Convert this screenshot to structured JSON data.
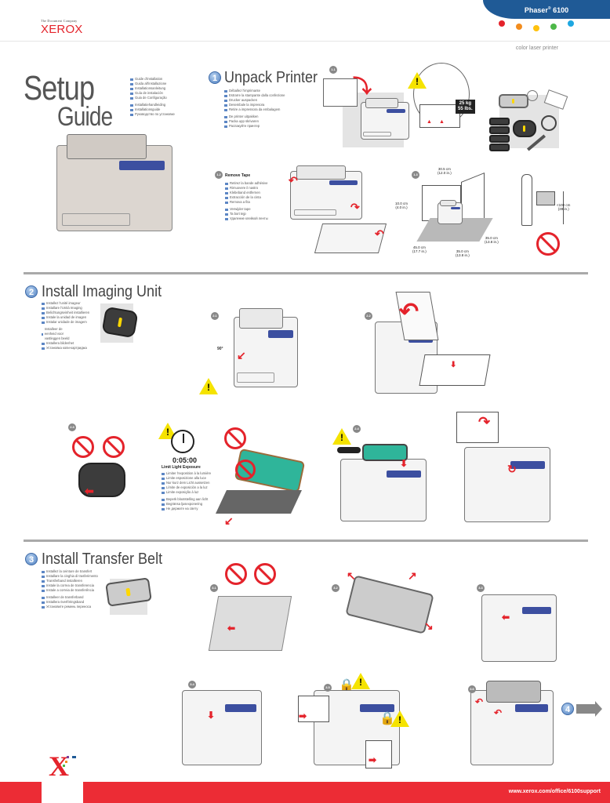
{
  "header": {
    "company_tagline": "The Document Company",
    "brand": "XEROX",
    "product_tab": "Phaser",
    "product_model": "6100",
    "subtitle": "color laser printer",
    "brand_dots": [
      "#e4232b",
      "#f28c1e",
      "#ffc20e",
      "#4db848",
      "#1ea7e1"
    ],
    "accent_color": "#1f5a96"
  },
  "cover": {
    "title_line1": "Setup",
    "title_line2": "Guide",
    "languages": [
      "Guide d'installation",
      "Guida all'installazione",
      "Installationsanleitung",
      "Guía de instalación",
      "Guia de Configuração",
      "Installatiehandleiding",
      "Installationsguide",
      "Руководство по установке"
    ]
  },
  "section1": {
    "number": "1",
    "title": "Unpack Printer",
    "languages": [
      "Déballez l'imprimante",
      "Estrarre la stampante dalla confezione",
      "Drucker auspacken",
      "Desembale la impresora",
      "Retire a impressora da embalagem",
      "De printer uitpakken",
      "Packa upp skrivaren",
      "Распакуйте принтер"
    ],
    "steps": {
      "s11": "1.1",
      "s12": "1.2",
      "s13": "1.3"
    },
    "weight_kg": "25 kg",
    "weight_lbs": "55 lbs.",
    "remove_tape": {
      "title": "Remove Tape",
      "languages": [
        "Retirez la bande adhésive",
        "Rimuovere il nastro",
        "Klebeband entfernen",
        "Extracción de la cinta",
        "Remova a fita",
        "Verwijder tape",
        "Ta bort tejp",
        "Удаление клейкой ленты"
      ]
    },
    "clearance": {
      "top_cm": "30.5 cm",
      "top_in": "(12.0 in.)",
      "left_cm": "10.0 cm",
      "left_in": "(4.0 in.)",
      "front_cm": "45.0 cm",
      "front_in": "(17.7 in.)",
      "bottom_cm": "35.0 cm",
      "bottom_in": "(13.8 in.)",
      "right_cm": "35.0 cm",
      "right_in": "(13.8 in.)"
    },
    "height_cm": "<100 cm",
    "height_in": "(39 in.)"
  },
  "section2": {
    "number": "2",
    "title": "Install Imaging Unit",
    "languages": [
      "Installez l'unité imageur",
      "Installare l'Unità Imaging",
      "Belichtungseinheit installieren",
      "Instale la unidad de imagen",
      "Instalar unidade de imagem",
      "Installeer de eenheid voor vastleggen beeld",
      "Installera bildenhet",
      "Установка копи-картриджа"
    ],
    "steps": {
      "s21": "2.1",
      "s22": "2.2",
      "s23": "2.3",
      "s24": "2.4"
    },
    "angle": "90°",
    "timer": "0:05:00",
    "limit_light": {
      "title": "Limit Light Exposure",
      "languages": [
        "Limiter l'exposition à la lumière",
        "Limite esposizione alla luce",
        "Nur kurz dem Licht aussetzen",
        "Límite de exposición a la luz",
        "Limite exposição à luz",
        "Beperk blootstelling aan licht",
        "Begränsa ljusexponering",
        "Не держите на свету"
      ]
    }
  },
  "section3": {
    "number": "3",
    "title": "Install Transfer Belt",
    "languages": [
      "Installez la ceinture de transfert",
      "Installare la cinghia di trasferimento",
      "Transferband installieren",
      "Instale la correa de transferencia",
      "Instale a correia de transferência",
      "Installeer de transferband",
      "Installera överföringsband",
      "Установите ремень переноса"
    ],
    "steps": {
      "s31": "3.1",
      "s32": "3.2",
      "s33": "3.3",
      "s34": "3.4",
      "s35": "3.5",
      "s36": "3.6"
    },
    "next_section": "4"
  },
  "footer": {
    "url": "www.xerox.com/office/6100support",
    "logo_letter": "X",
    "color": "#ec2c35"
  }
}
